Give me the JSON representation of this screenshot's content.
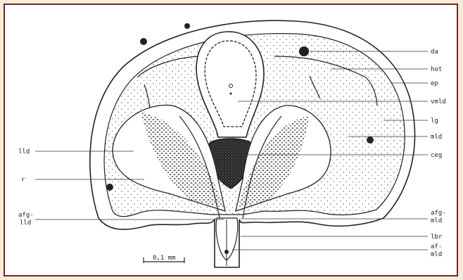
{
  "figure": {
    "labels_right": [
      {
        "key": "da",
        "text": "da"
      },
      {
        "key": "hot",
        "text": "hot"
      },
      {
        "key": "ep",
        "text": "ep"
      },
      {
        "key": "vmld",
        "text": "vmld"
      },
      {
        "key": "lg",
        "text": "lg"
      },
      {
        "key": "mld",
        "text": "mld"
      },
      {
        "key": "ceg",
        "text": "ceg"
      },
      {
        "key": "afg_mld_1",
        "text": "afg-"
      },
      {
        "key": "afg_mld_2",
        "text": "mld"
      },
      {
        "key": "lbr",
        "text": "lbr"
      },
      {
        "key": "af_mld_1",
        "text": "af-"
      },
      {
        "key": "af_mld_2",
        "text": "mld"
      }
    ],
    "labels_left": [
      {
        "key": "lld",
        "text": "lld"
      },
      {
        "key": "r",
        "text": "r"
      },
      {
        "key": "afg_lld_1",
        "text": "afg-"
      },
      {
        "key": "afg_lld_2",
        "text": "lld"
      }
    ],
    "scale_bar": {
      "text": "0,1 mm"
    },
    "colors": {
      "frame": "#7a2230",
      "background": "#f6ecd8",
      "ink": "#222222"
    }
  }
}
